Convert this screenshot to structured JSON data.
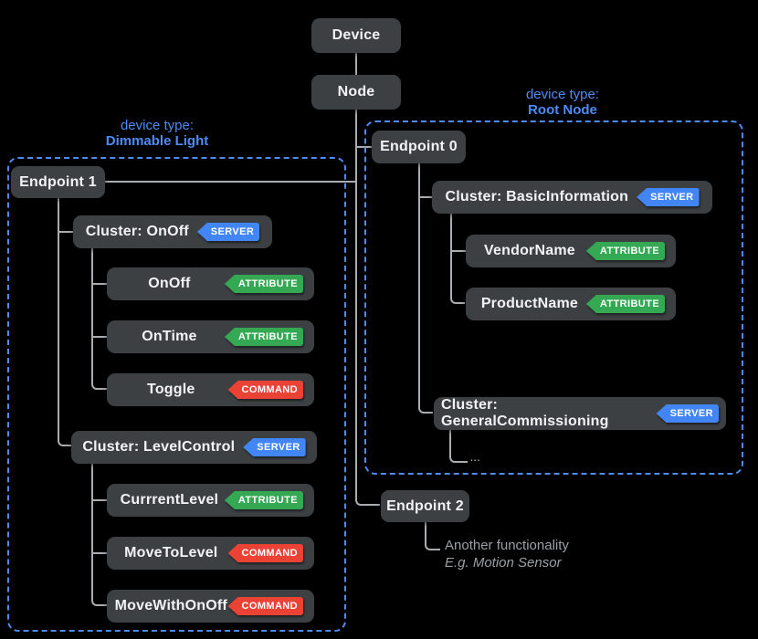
{
  "palette": {
    "background": "#000000",
    "node_fill": "#3c4043",
    "node_text": "#f2f3f4",
    "connector": "#a9adb0",
    "group_border": "#4e8bf5",
    "group_label": "#4e8bf5",
    "server_badge": "#4285f4",
    "attribute_badge": "#34a853",
    "command_badge": "#ea4335",
    "muted_text": "#9aa0a6"
  },
  "hierarchy": {
    "device_label": "Device",
    "node_label": "Node"
  },
  "left_group": {
    "label_line1": "device type:",
    "label_line2": "Dimmable Light",
    "endpoint_label": "Endpoint 1",
    "clusters": [
      {
        "name": "Cluster: OnOff",
        "badge": "SERVER",
        "children": [
          {
            "name": "OnOff",
            "badge": "ATTRIBUTE"
          },
          {
            "name": "OnTime",
            "badge": "ATTRIBUTE"
          },
          {
            "name": "Toggle",
            "badge": "COMMAND"
          }
        ]
      },
      {
        "name": "Cluster: LevelControl",
        "badge": "SERVER",
        "children": [
          {
            "name": "CurrrentLevel",
            "badge": "ATTRIBUTE"
          },
          {
            "name": "MoveToLevel",
            "badge": "COMMAND"
          },
          {
            "name": "MoveWithOnOff",
            "badge": "COMMAND"
          }
        ]
      }
    ]
  },
  "right_group": {
    "label_line1": "device type:",
    "label_line2": "Root Node",
    "endpoint_label": "Endpoint 0",
    "clusters": [
      {
        "name": "Cluster: BasicInformation",
        "badge": "SERVER",
        "children": [
          {
            "name": "VendorName",
            "badge": "ATTRIBUTE"
          },
          {
            "name": "ProductName",
            "badge": "ATTRIBUTE"
          }
        ]
      },
      {
        "name": "Cluster: GeneralCommissioning",
        "badge": "SERVER",
        "ellipsis": "..."
      }
    ]
  },
  "endpoint2": {
    "label": "Endpoint 2",
    "note_line1": "Another functionality",
    "note_line2": "E.g. Motion Sensor"
  }
}
